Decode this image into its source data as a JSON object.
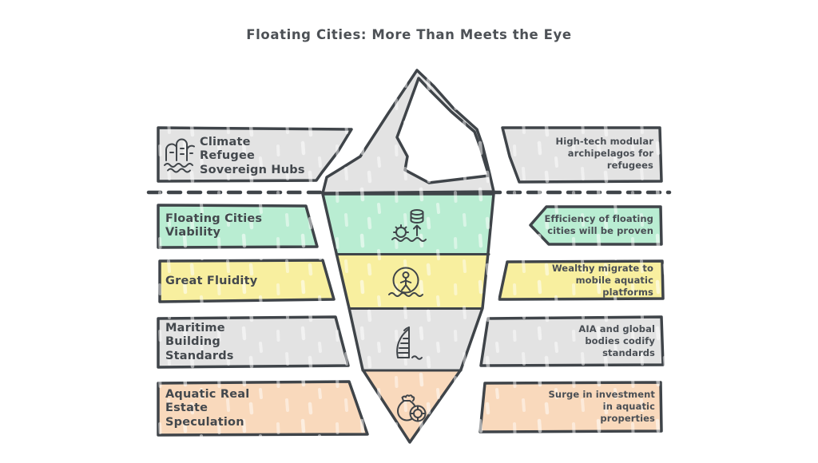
{
  "title": "Floating Cities: More Than Meets the Eye",
  "colors": {
    "outline": "#3f4449",
    "gray": "#e3e3e3",
    "green": "#b9edd2",
    "yellow": "#f8ef9f",
    "peach": "#f9d9bc",
    "facet_white": "#ffffff"
  },
  "rows": [
    {
      "label": "Climate\nRefugee\nSovereign Hubs",
      "description": "High-tech modular\narchipelagos for\nrefugees",
      "icon": "floating-city-icon",
      "color": "#e3e3e3",
      "position": "above-waterline"
    },
    {
      "label": "Floating Cities\nViability",
      "description": "Efficiency of floating\ncities will be proven",
      "icon": "efficiency-growth-icon",
      "color": "#b9edd2",
      "position": "below-waterline"
    },
    {
      "label": "Great Fluidity",
      "description": "Wealthy migrate to\nmobile aquatic\nplatforms",
      "icon": "person-float-icon",
      "color": "#f8ef9f",
      "position": "below-waterline"
    },
    {
      "label": "Maritime\nBuilding\nStandards",
      "description": "AIA and global\nbodies codify\nstandards",
      "icon": "sail-tower-icon",
      "color": "#e3e3e3",
      "position": "below-waterline"
    },
    {
      "label": "Aquatic Real\nEstate\nSpeculation",
      "description": "Surge in investment\nin aquatic\nproperties",
      "icon": "money-bag-icon",
      "color": "#f9d9bc",
      "position": "below-waterline"
    }
  ]
}
